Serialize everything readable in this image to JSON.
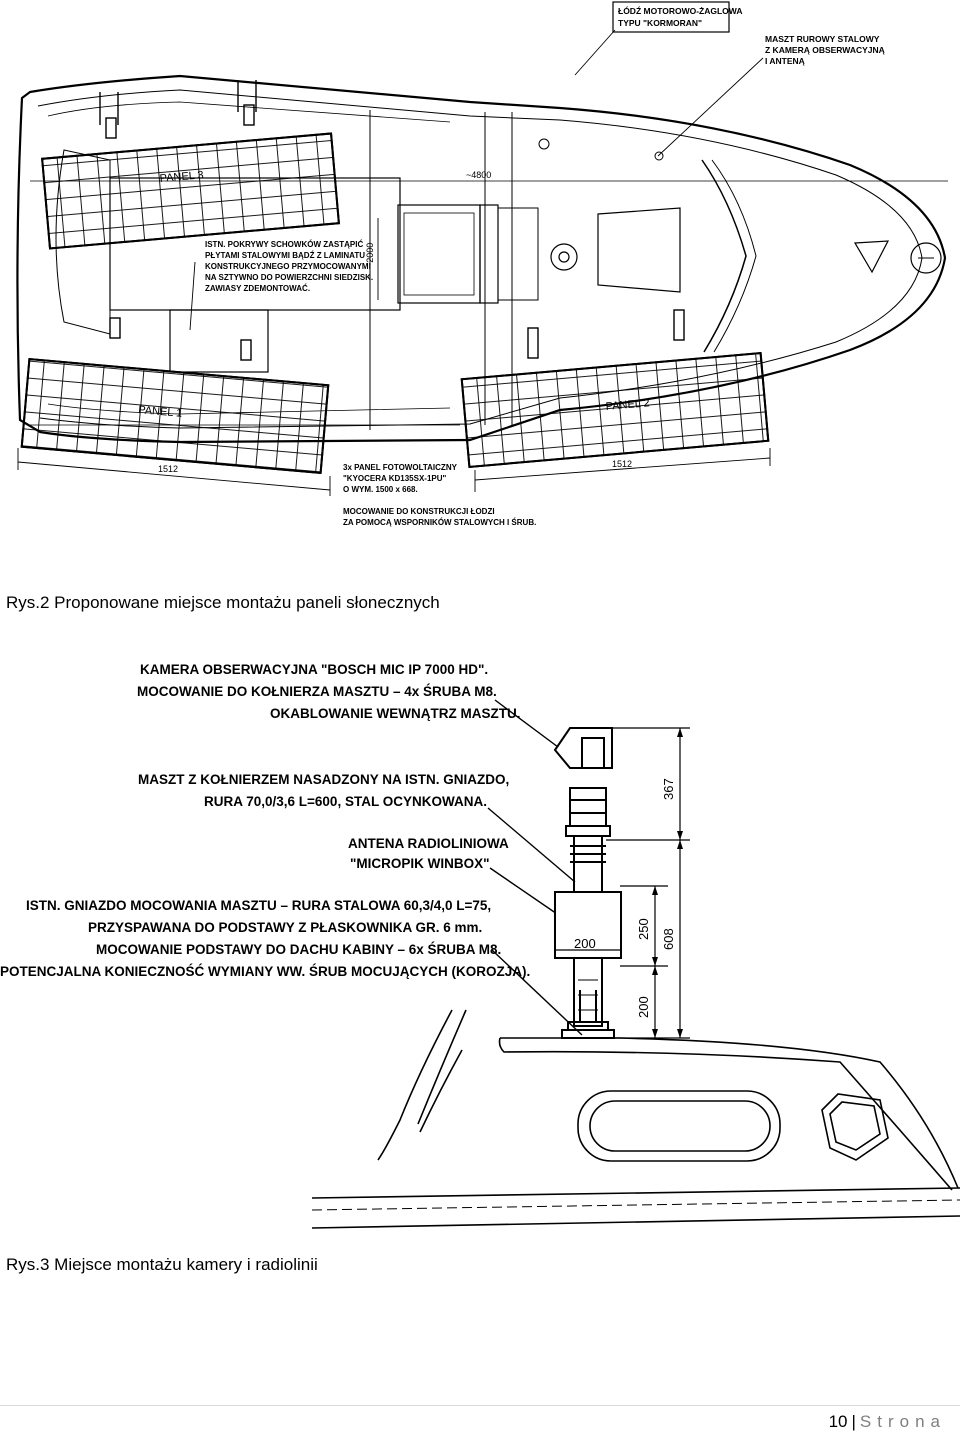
{
  "figure1": {
    "caption": "Rys.2 Proponowane miejsce montażu paneli słonecznych",
    "labels": {
      "boat_type_1": "ŁÓDŹ MOTOROWO-ŻAGLOWA",
      "boat_type_2": "TYPU \"KORMORAN\"",
      "mast_1": "MASZT RUROWY STALOWY",
      "mast_2": "Z KAMERĄ OBSERWACYJNĄ",
      "mast_3": "I ANTENĄ",
      "panel3": "PANEL 3",
      "panel1": "PANEL 1",
      "panel2": "PANEL 2",
      "dim_4800": "~4800",
      "dim_2000": "~2000",
      "dim_1512_a": "1512",
      "dim_1512_b": "1512",
      "note_1": "ISTN. POKRYWY SCHOWKÓW ZASTĄPIĆ",
      "note_2": "PŁYTAMI STALOWYMI BĄDŹ Z LAMINATU",
      "note_3": "KONSTRUKCYJNEGO PRZYMOCOWANYMI",
      "note_4": "NA SZTYWNO DO POWIERZCHNI SIEDZISK.",
      "note_5": "ZAWIASY ZDEMONTOWAĆ.",
      "pv_1": "3x PANEL FOTOWOLTAICZNY",
      "pv_2": "\"KYOCERA KD135SX-1PU\"",
      "pv_3": "O WYM. 1500 x 668.",
      "mount_1": "MOCOWANIE DO KONSTRUKCJI ŁODZI",
      "mount_2": "ZA POMOCĄ WSPORNIKÓW STALOWYCH I ŚRUB."
    }
  },
  "figure2": {
    "caption": "Rys.3 Miejsce montażu kamery i radiolinii",
    "labels": {
      "camera_1": "KAMERA OBSERWACYJNA \"BOSCH MIC IP 7000 HD\".",
      "camera_2": "MOCOWANIE DO KOŁNIERZA MASZTU – 4x ŚRUBA M8.",
      "camera_3": "OKABLOWANIE WEWNĄTRZ MASZTU.",
      "mast_1": "MASZT Z KOŁNIERZEM NASADZONY NA ISTN. GNIAZDO,",
      "mast_2": "RURA 70,0/3,6 L=600, STAL OCYNKOWANA.",
      "antenna_1": "ANTENA RADIOLINIOWA",
      "antenna_2": "\"MICROPIK WINBOX\"",
      "socket_1": "ISTN. GNIAZDO MOCOWANIA MASZTU – RURA STALOWA 60,3/4,0 L=75,",
      "socket_2": "PRZYSPAWANA DO PODSTAWY Z PŁASKOWNIKA GR. 6 mm.",
      "socket_3": "MOCOWANIE PODSTAWY DO DACHU KABINY – 6x ŚRUBA M8.",
      "socket_4": "POTENCJALNA KONIECZNOŚĆ WYMIANY WW. ŚRUB MOCUJĄCYCH (KOROZJA).",
      "dim_367": "367",
      "dim_608": "608",
      "dim_250": "250",
      "dim_200_h": "200",
      "dim_200_v": "200"
    }
  },
  "footer": {
    "page_number": "10",
    "separator": "|",
    "word": "Strona"
  }
}
